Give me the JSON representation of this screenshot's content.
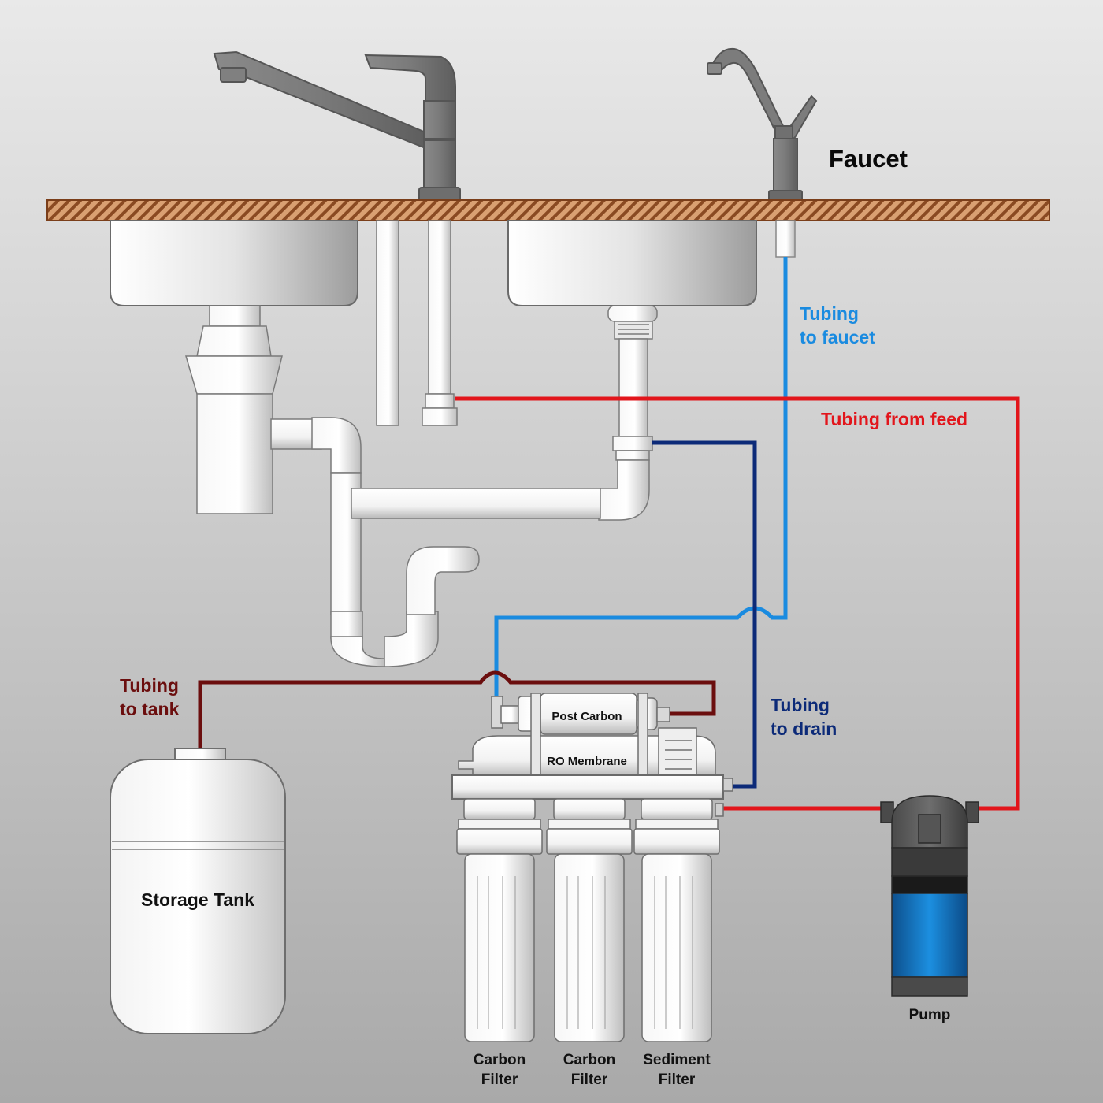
{
  "labels": {
    "faucet": "Faucet",
    "tubing_to_faucet": [
      "Tubing",
      "to faucet"
    ],
    "tubing_from_feed": "Tubing from feed",
    "tubing_to_tank": [
      "Tubing",
      "to tank"
    ],
    "tubing_to_drain": [
      "Tubing",
      "to drain"
    ],
    "post_carbon": "Post Carbon",
    "ro_membrane": "RO Membrane",
    "storage_tank": "Storage Tank",
    "pump": "Pump",
    "filters": [
      [
        "Carbon",
        "Filter"
      ],
      [
        "Carbon",
        "Filter"
      ],
      [
        "Sediment",
        "Filter"
      ]
    ]
  },
  "colors": {
    "background_top": "#e9e9e9",
    "background_bottom": "#a9a9a9",
    "faucet_tubing": "#1a8be0",
    "feed_tubing": "#e2151b",
    "tank_tubing": "#6b0e0e",
    "drain_tubing": "#0c2a78",
    "counter": "#c58a5c",
    "fixture_gray": "#7d7d7d",
    "pump_blue": "#1c8fe0"
  }
}
